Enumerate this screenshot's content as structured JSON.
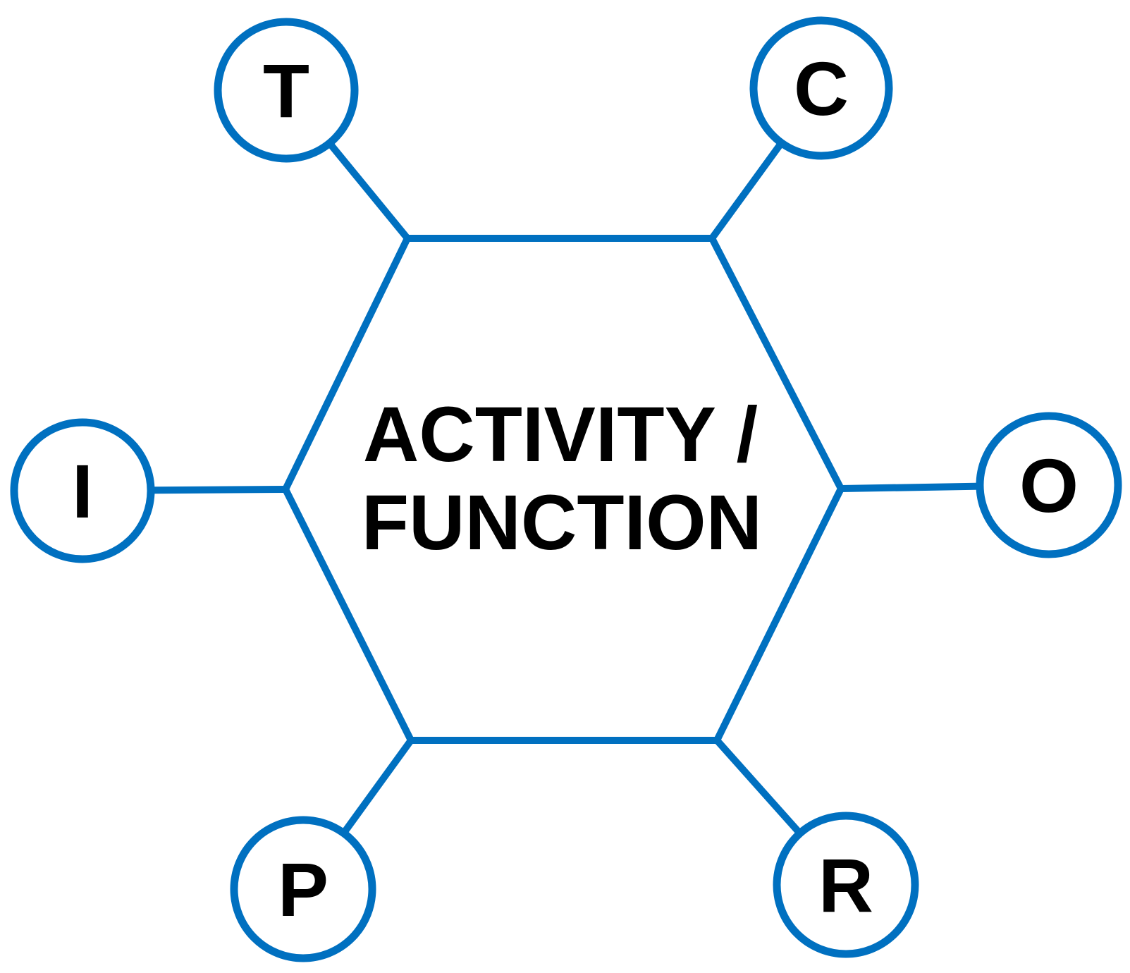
{
  "diagram": {
    "center_label": {
      "line1": "ACTIVITY /",
      "line2": "FUNCTION"
    },
    "nodes": [
      {
        "letter": "T",
        "position": "top-left"
      },
      {
        "letter": "C",
        "position": "top-right"
      },
      {
        "letter": "I",
        "position": "left"
      },
      {
        "letter": "O",
        "position": "right"
      },
      {
        "letter": "P",
        "position": "bottom-left"
      },
      {
        "letter": "R",
        "position": "bottom-right"
      }
    ],
    "colors": {
      "line": "#0070C0",
      "text": "#000000",
      "background": "#FFFFFF"
    }
  }
}
